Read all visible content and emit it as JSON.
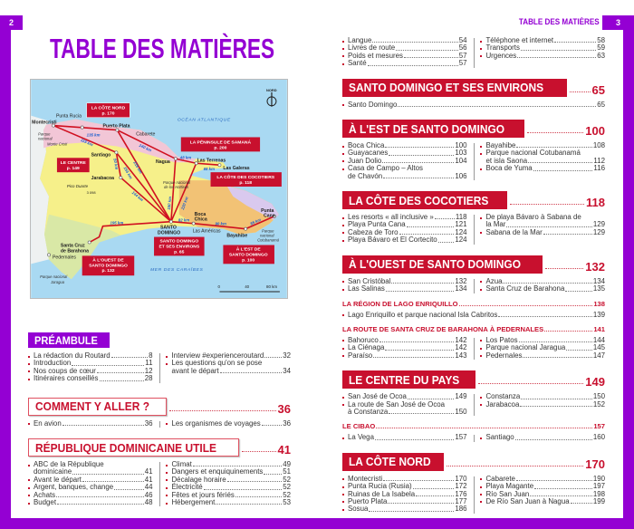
{
  "colors": {
    "purple": "#9400d3",
    "red": "#c8102e"
  },
  "left": {
    "page_number": "2",
    "title": "TABLE DES MATIÈRES",
    "map": {
      "compass": "NORD",
      "ocean": "OCÉAN ATLANTIQUE",
      "sea": "MER DES CARAÏBES",
      "scale": [
        "0",
        "40",
        "80 km"
      ],
      "regions": [
        {
          "name": "LA CÔTE NORD",
          "page": "p. 170"
        },
        {
          "name": "LA PÉNINSULE DE SAMANÁ",
          "page": "p. 200"
        },
        {
          "name": "LE CENTRE",
          "page": "p. 149"
        },
        {
          "name": "LA CÔTE DES COCOTIERS",
          "page": "p. 118"
        },
        {
          "name": "SANTO DOMINGO",
          "name2": "ET SES ENVIRONS",
          "page": "p. 65"
        },
        {
          "name": "À L'EST DE",
          "name2": "SANTO DOMINGO",
          "page": "p. 100"
        },
        {
          "name": "À L'OUEST DE",
          "name2": "SANTO DOMINGO",
          "page": "p. 132"
        }
      ],
      "places": [
        "Punta Rucia",
        "Montecristi",
        "Puerto Plata",
        "Cabarete",
        "Santiago",
        "Jarabacoa",
        "Nagua",
        "Las Terrenas",
        "Las Galeras",
        "Pico Duarte",
        "3 098",
        "Boca",
        "Chica",
        "SANTO",
        "DOMINGO",
        "Las Américas",
        "Bayahibe",
        "Punta",
        "Cana",
        "Santa Cruz",
        "de Barahona",
        "Pedernales"
      ],
      "parks": [
        "Parque",
        "nacional",
        "Monte Cristi",
        "Parque nacional",
        "de los Haïtises",
        "Parque",
        "nacional",
        "Cotubanamá",
        "Parque nacional",
        "Jaragua"
      ],
      "distances": [
        "135 km",
        "115 km",
        "50 km",
        "155 km",
        "215 km",
        "140 km",
        "48 km",
        "68 km",
        "180 km",
        "220 km",
        "144 km",
        "195 km",
        "82 km",
        "90 km",
        "85 km"
      ]
    },
    "sections": [
      {
        "style": "purple",
        "title": "PRÉAMBULE",
        "columns": [
          [
            {
              "label": "La rédaction du Routard",
              "page": "8"
            },
            {
              "label": "Introduction",
              "page": "11"
            },
            {
              "label": "Nos coups de cœur",
              "page": "12"
            },
            {
              "label": "Itinéraires conseillés",
              "page": "28"
            }
          ],
          [
            {
              "label": "Interview #experienceroutard",
              "page": "32"
            },
            {
              "label": "Les questions qu'on se pose",
              "cont": "avant le départ",
              "page": "34"
            }
          ]
        ]
      },
      {
        "style": "outline",
        "title": "COMMENT Y ALLER ?",
        "page": "36",
        "columns": [
          [
            {
              "label": "En avion",
              "page": "36"
            }
          ],
          [
            {
              "label": "Les organismes de voyages",
              "page": "36"
            }
          ]
        ]
      },
      {
        "style": "outline",
        "title": "RÉPUBLIQUE DOMINICAINE UTILE",
        "page": "41",
        "columns": [
          [
            {
              "label": "ABC de la République",
              "cont": "dominicaine",
              "page": "41"
            },
            {
              "label": "Avant le départ",
              "page": "41"
            },
            {
              "label": "Argent, banques, change",
              "page": "44"
            },
            {
              "label": "Achats",
              "page": "46"
            },
            {
              "label": "Budget",
              "page": "48"
            }
          ],
          [
            {
              "label": "Climat",
              "page": "49"
            },
            {
              "label": "Dangers et enquiquinements",
              "page": "51"
            },
            {
              "label": "Décalage horaire",
              "page": "52"
            },
            {
              "label": "Électricité",
              "page": "52"
            },
            {
              "label": "Fêtes et jours fériés",
              "page": "52"
            },
            {
              "label": "Hébergement",
              "page": "53"
            }
          ]
        ]
      }
    ]
  },
  "right": {
    "page_number": "3",
    "running_header": "TABLE DES MATIÈRES",
    "sections": [
      {
        "style": "none",
        "columns": [
          [
            {
              "label": "Langue",
              "page": "54"
            },
            {
              "label": "Livres de route",
              "page": "56"
            },
            {
              "label": "Poids et mesures",
              "page": "57"
            },
            {
              "label": "Santé",
              "page": "57"
            }
          ],
          [
            {
              "label": "Téléphone et internet",
              "page": "58"
            },
            {
              "label": "Transports",
              "page": "59"
            },
            {
              "label": "Urgences",
              "page": "63"
            }
          ]
        ]
      },
      {
        "style": "filled",
        "title": "SANTO DOMINGO ET SES ENVIRONS",
        "page": "65",
        "columns": [
          [
            {
              "label": "Santo Domingo",
              "page": "65"
            }
          ]
        ]
      },
      {
        "style": "filled",
        "title": "À L'EST DE SANTO DOMINGO",
        "page": "100",
        "columns": [
          [
            {
              "label": "Boca Chica",
              "page": "100"
            },
            {
              "label": "Guayacanes",
              "page": "103"
            },
            {
              "label": "Juan Dolio",
              "page": "104"
            },
            {
              "label": "Casa de Campo – Altos",
              "cont": "de Chavón",
              "page": "106"
            }
          ],
          [
            {
              "label": "Bayahibe",
              "page": "108"
            },
            {
              "label": "Parque nacional Cotubanamá",
              "cont": "et isla Saona",
              "page": "112"
            },
            {
              "label": "Boca de Yuma",
              "page": "116"
            }
          ]
        ]
      },
      {
        "style": "filled",
        "title": "LA CÔTE DES COCOTIERS",
        "page": "118",
        "columns": [
          [
            {
              "label": "Les resorts « all inclusive »",
              "page": "118"
            },
            {
              "label": "Playa Punta Cana",
              "page": "121"
            },
            {
              "label": "Cabeza de Toro",
              "page": "124"
            },
            {
              "label": "Playa Bávaro et El Cortecito",
              "page": "124"
            }
          ],
          [
            {
              "label": "De playa Bávaro à Sabana de",
              "cont": "la Mar",
              "page": "129"
            },
            {
              "label": "Sabana de la Mar",
              "page": "129"
            }
          ]
        ]
      },
      {
        "style": "filled",
        "title": "À L'OUEST DE SANTO DOMINGO",
        "page": "132",
        "columns": [
          [
            {
              "label": "San Cristóbal",
              "page": "132"
            },
            {
              "label": "Las Salinas",
              "page": "134"
            }
          ],
          [
            {
              "label": "Azua",
              "page": "134"
            },
            {
              "label": "Santa Cruz de Barahona",
              "page": "135"
            }
          ]
        ],
        "subsections": [
          {
            "title": "LA RÉGION DE LAGO ENRIQUILLO",
            "page": "138",
            "columns": [
              [
                {
                  "label": "Lago Enriquillo et parque nacional Isla Cabritos",
                  "page": "139"
                }
              ]
            ]
          },
          {
            "title": "LA ROUTE DE SANTA CRUZ DE BARAHONA À PEDERNALES",
            "page": "141",
            "columns": [
              [
                {
                  "label": "Bahoruco",
                  "page": "142"
                },
                {
                  "label": "La Ciénaga",
                  "page": "142"
                },
                {
                  "label": "Paraíso",
                  "page": "143"
                }
              ],
              [
                {
                  "label": "Los Patos",
                  "page": "144"
                },
                {
                  "label": "Parque nacional Jaragua",
                  "page": "145"
                },
                {
                  "label": "Pedernales",
                  "page": "147"
                }
              ]
            ]
          }
        ]
      },
      {
        "style": "filled",
        "title": "LE CENTRE DU PAYS",
        "page": "149",
        "columns": [
          [
            {
              "label": "San José de Ocoa",
              "page": "149"
            },
            {
              "label": "La route de San José de Ocoa",
              "cont": "à Constanza",
              "page": "150"
            }
          ],
          [
            {
              "label": "Constanza",
              "page": "150"
            },
            {
              "label": "Jarabacoa",
              "page": "152"
            }
          ]
        ],
        "subsections": [
          {
            "title": "LE CIBAO",
            "page": "157",
            "columns": [
              [
                {
                  "label": "La Vega",
                  "page": "157"
                }
              ],
              [
                {
                  "label": "Santiago",
                  "page": "160"
                }
              ]
            ]
          }
        ]
      },
      {
        "style": "filled",
        "title": "LA CÔTE NORD",
        "page": "170",
        "columns": [
          [
            {
              "label": "Montecristi",
              "page": "170"
            },
            {
              "label": "Punta Rucia (Rusia)",
              "page": "172"
            },
            {
              "label": "Ruinas de La Isabela",
              "page": "176"
            },
            {
              "label": "Puerto Plata",
              "page": "177"
            },
            {
              "label": "Sosua",
              "page": "186"
            }
          ],
          [
            {
              "label": "Cabarete",
              "page": "190"
            },
            {
              "label": "Playa Magante",
              "page": "197"
            },
            {
              "label": "Río San Juan",
              "page": "198"
            },
            {
              "label": "De Río San Juan à Nagua",
              "page": "199"
            }
          ]
        ]
      }
    ]
  }
}
